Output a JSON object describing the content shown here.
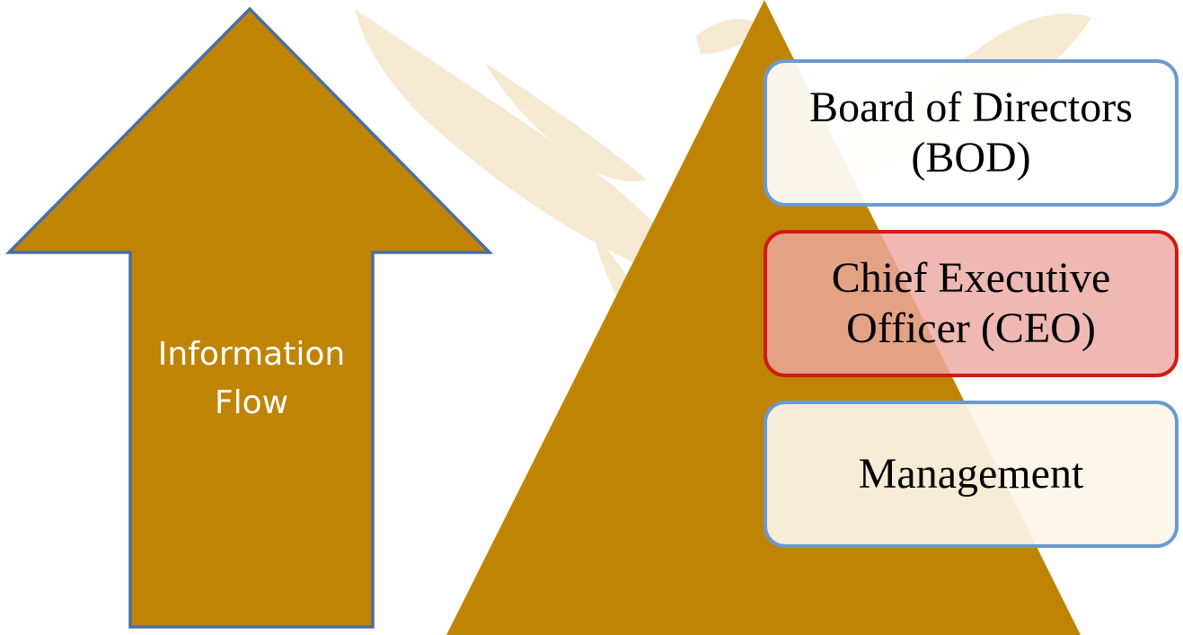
{
  "arrow": {
    "label_line1": "Information",
    "label_line2": "Flow"
  },
  "hierarchy": {
    "tiers": [
      {
        "line1": "Board of Directors",
        "line2": "(BOD)"
      },
      {
        "line1": "Chief Executive",
        "line2": "Officer (CEO)"
      },
      {
        "line1": "Management",
        "line2": ""
      }
    ]
  },
  "colors": {
    "shape_fill": "#c08404",
    "arrow_outline": "#4a6fa0",
    "tier_border_default": "#6a9ad0",
    "tier_border_highlight": "#d21a10",
    "highlight_fill": "#eca8a2",
    "watermark": "#f4e6cb"
  }
}
